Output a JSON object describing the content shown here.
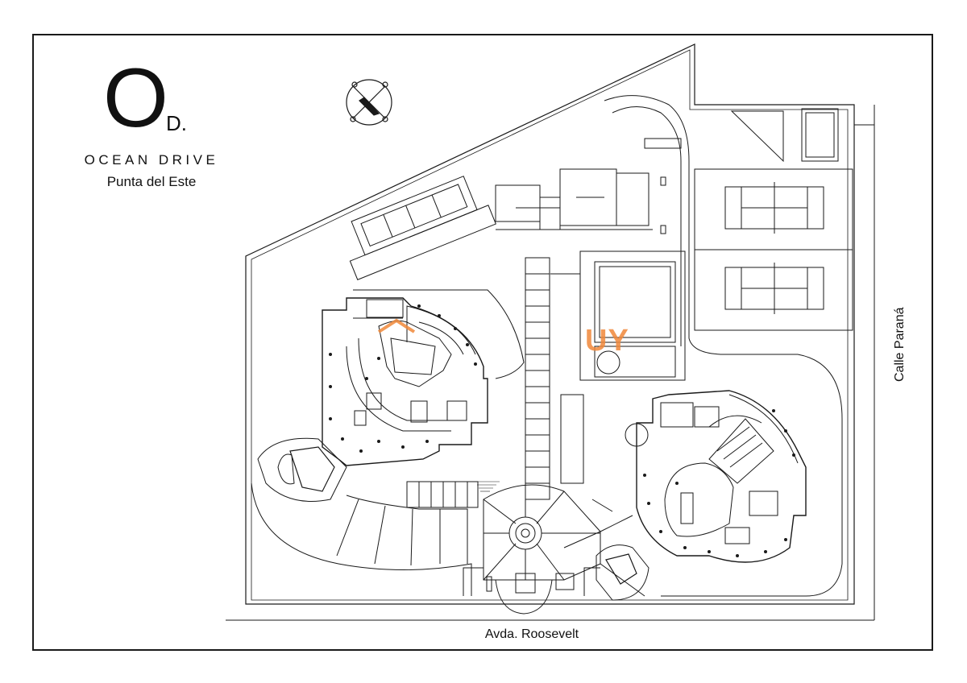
{
  "logo": {
    "mark_letter": "O",
    "mark_suffix": "D.",
    "brand_name": "OCEAN DRIVE",
    "city": "Punta del Este"
  },
  "streets": {
    "bottom": "Avda. Roosevelt",
    "right": "Calle Paraná"
  },
  "watermark": {
    "text": "UY",
    "color": "#f0883a"
  },
  "icons": [
    "compass-rose-icon",
    "house-roof-icon"
  ],
  "colors": {
    "line": "#1a1a1a",
    "accent": "#f0883a"
  }
}
